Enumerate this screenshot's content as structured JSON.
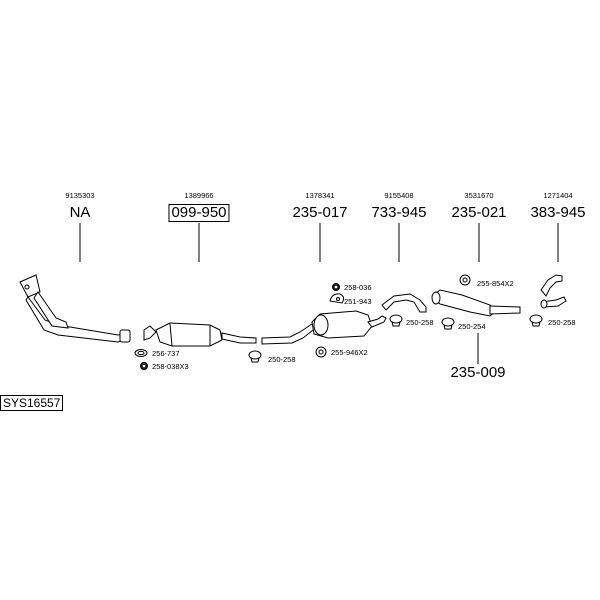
{
  "system_id": "SYS16557",
  "components": [
    {
      "oem": "9135303",
      "part": "NA",
      "boxed": false,
      "name": "front-pipe"
    },
    {
      "oem": "1389966",
      "part": "099-950",
      "boxed": true,
      "name": "catalytic-converter"
    },
    {
      "oem": "1378341",
      "part": "235-017",
      "boxed": false,
      "name": "middle-silencer"
    },
    {
      "oem": "9155408",
      "part": "733-945",
      "boxed": false,
      "name": "intermediate-pipe"
    },
    {
      "oem": "3531670",
      "part": "235-021",
      "boxed": false,
      "name": "rear-silencer"
    },
    {
      "oem": "1271404",
      "part": "383-945",
      "boxed": false,
      "name": "tail-pipe"
    }
  ],
  "lower_component": {
    "part": "235-009"
  },
  "fittings": [
    {
      "label": "256-737",
      "icon": "gasket-ring-icon"
    },
    {
      "label": "258-038X3",
      "icon": "nut-icon"
    },
    {
      "label": "250-258",
      "icon": "clamp-icon"
    },
    {
      "label": "258-036",
      "icon": "nut-icon"
    },
    {
      "label": "251-943",
      "icon": "bracket-icon"
    },
    {
      "label": "255-946X2",
      "icon": "rubber-hanger-icon"
    },
    {
      "label": "250-258",
      "icon": "clamp-icon"
    },
    {
      "label": "255-854X2",
      "icon": "rubber-hanger-icon"
    },
    {
      "label": "250-254",
      "icon": "clamp-icon"
    },
    {
      "label": "250-258",
      "icon": "clamp-icon"
    }
  ]
}
